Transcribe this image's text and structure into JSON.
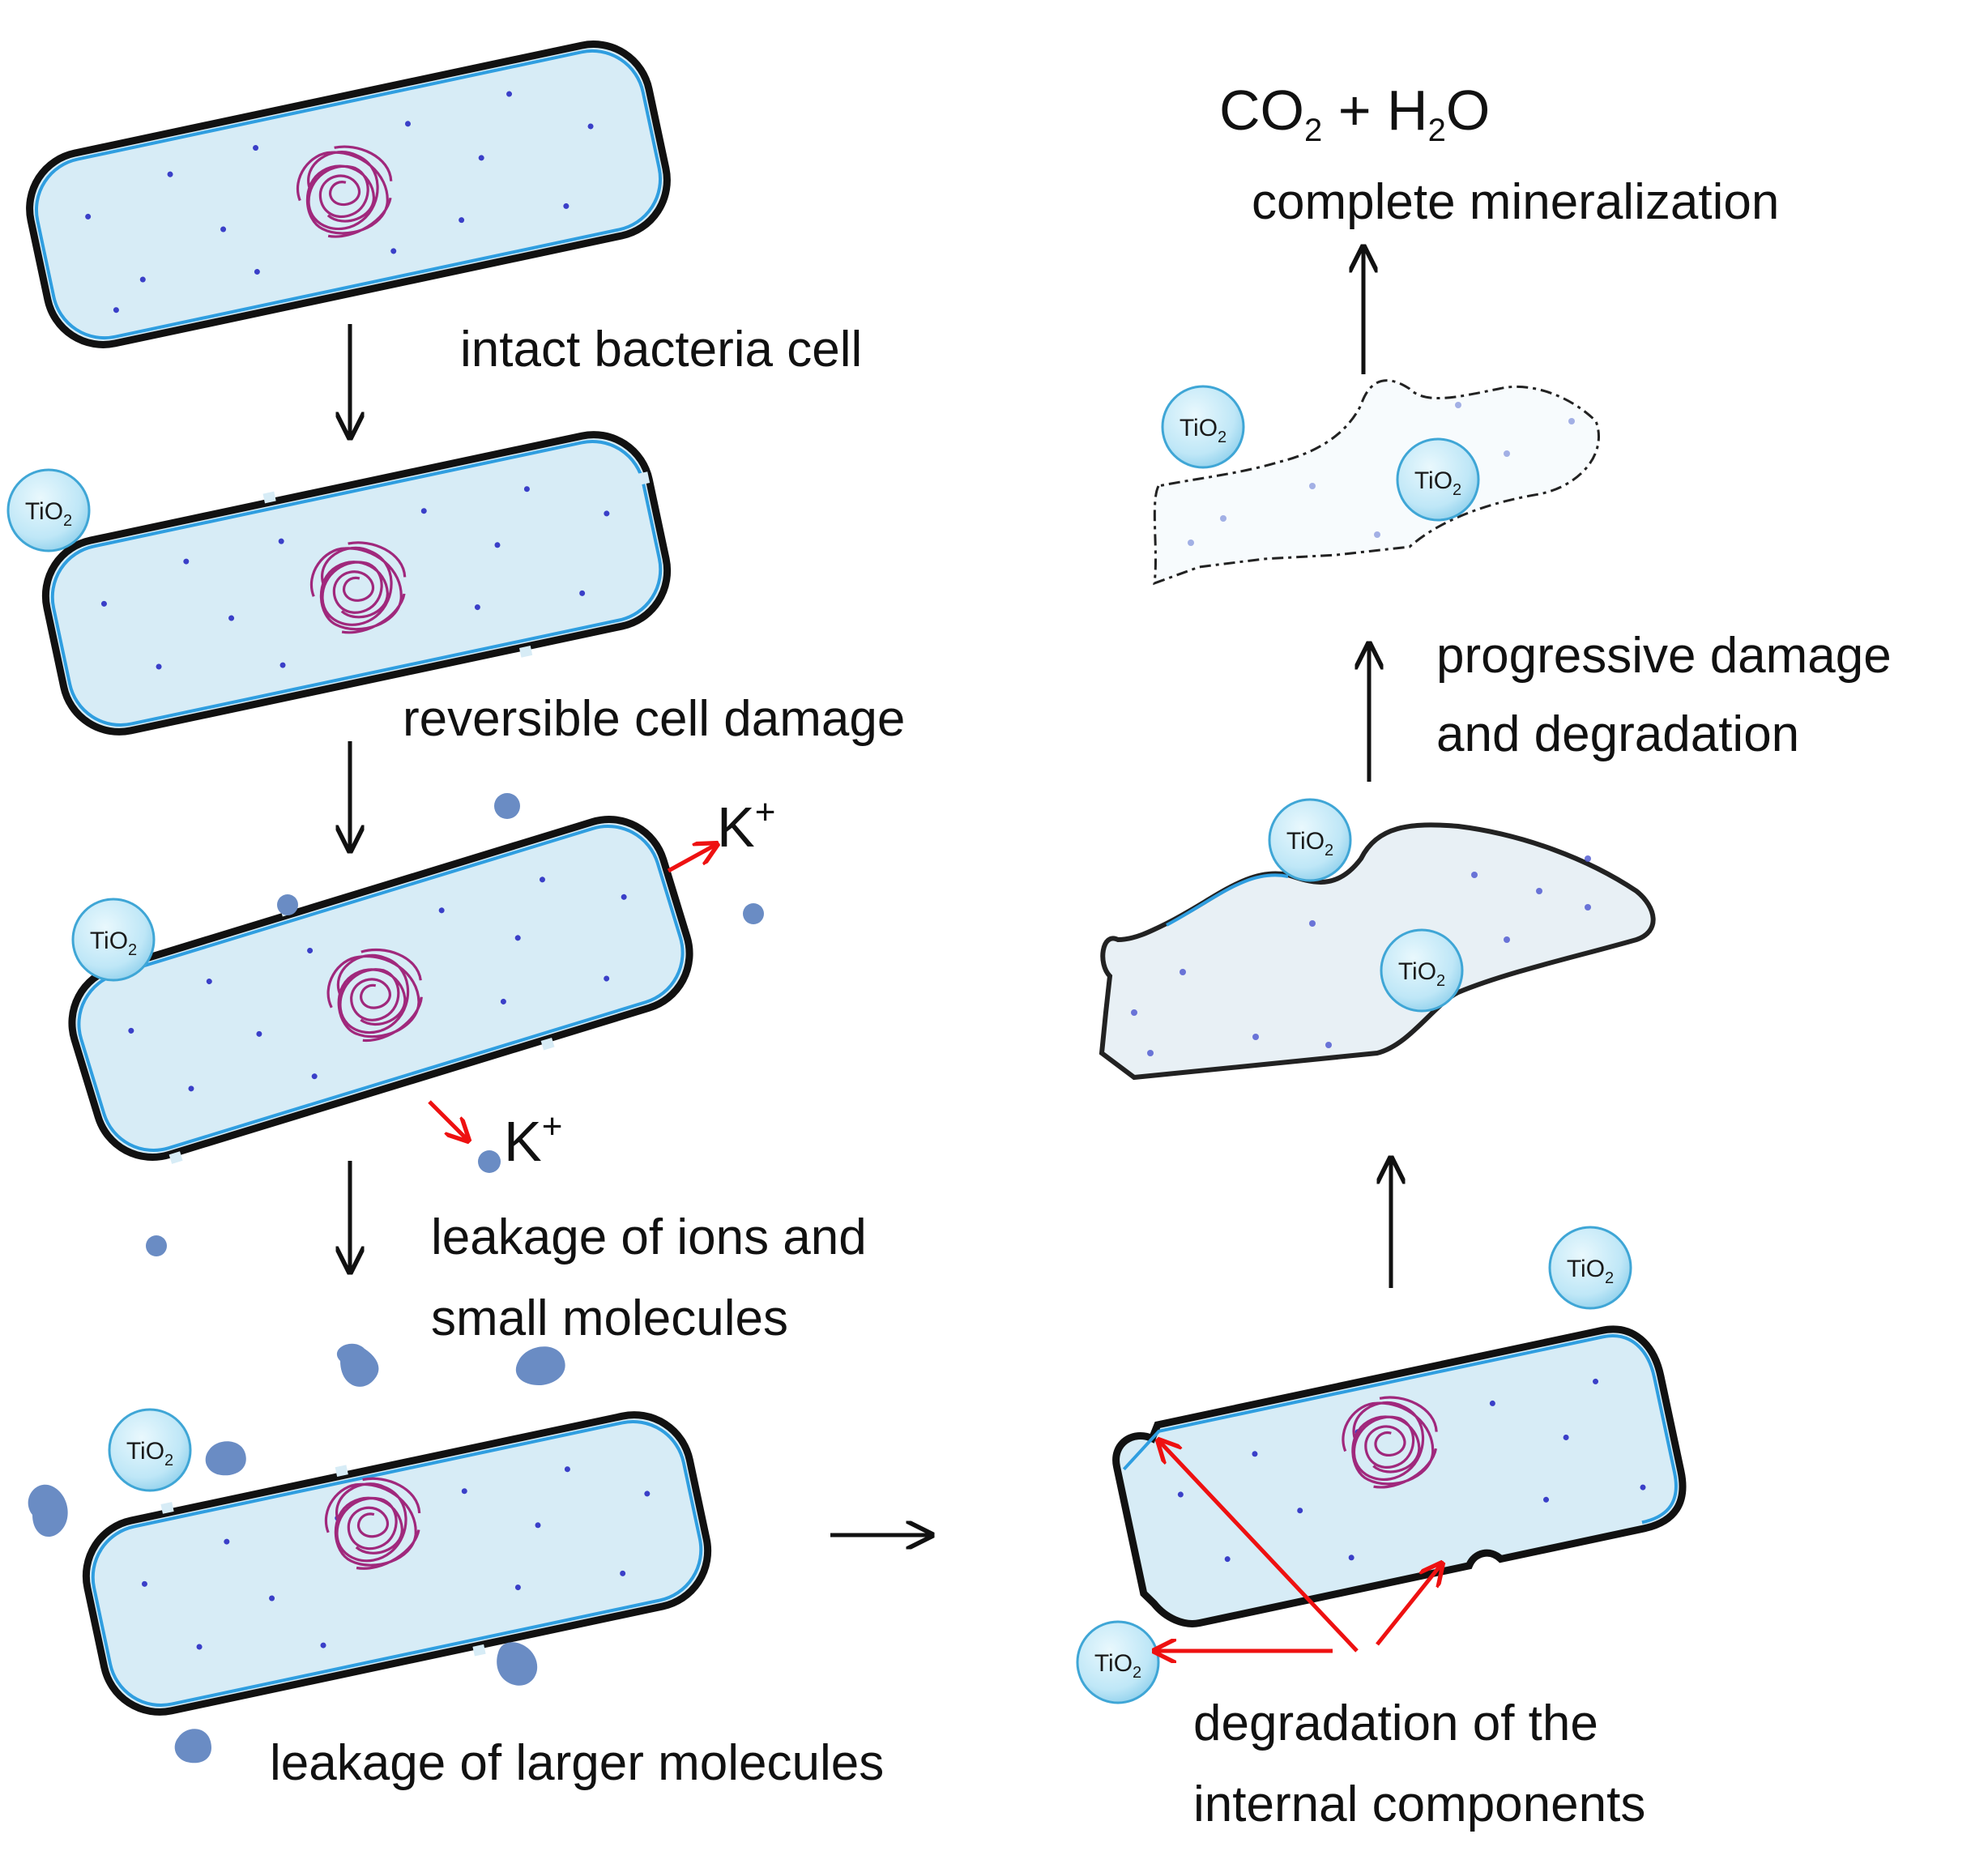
{
  "colors": {
    "cell_fill": "#d7ecf6",
    "cell_outline": "#111111",
    "membrane_blue": "#2f9ee0",
    "dots": "#3a3fc8",
    "dna": "#a0287c",
    "tio2_fill": "#bfe7f7",
    "tio2_edge": "#3fa6d6",
    "leak_blob": "#6a8cc4",
    "red_arrow": "#ee1111",
    "black_arrow": "#111111"
  },
  "tio2": {
    "base": "TiO",
    "subscript": "2"
  },
  "products": {
    "formula_co": "CO",
    "formula_sub1": "2",
    "formula_plus": " + H",
    "formula_sub2": "2",
    "formula_o": "O"
  },
  "ions": {
    "k_base": "K",
    "k_sup": "+"
  },
  "stages": [
    {
      "label": "intact bacteria cell"
    },
    {
      "label": "reversible cell damage"
    },
    {
      "label_line1": "leakage of ions and",
      "label_line2": "small molecules"
    },
    {
      "label": "leakage of larger molecules"
    },
    {
      "label_line1": "degradation of the",
      "label_line2": "internal components"
    },
    {
      "label_line1": "progressive damage",
      "label_line2": "and degradation"
    },
    {
      "label": "complete mineralization"
    }
  ],
  "icons": [
    "bacterium-cell-icon",
    "dna-coil-icon",
    "tio2-particle-icon",
    "leaked-molecule-icon",
    "arrow-icon"
  ]
}
